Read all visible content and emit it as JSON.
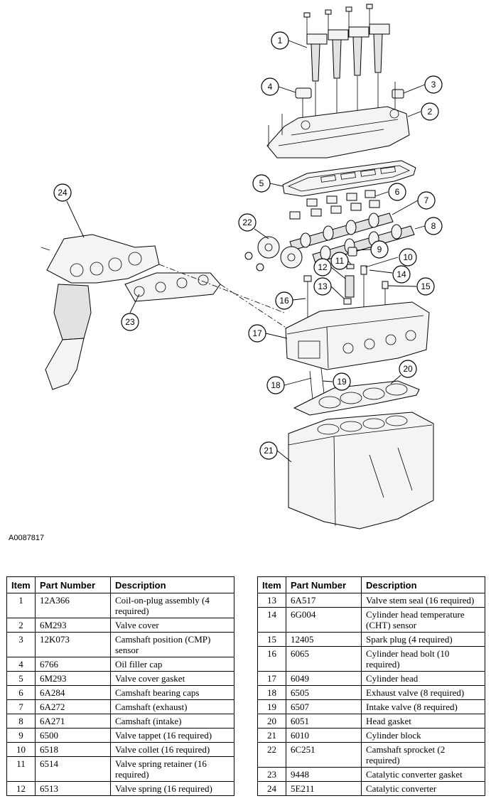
{
  "figure_id": "A0087817",
  "headers": {
    "item": "Item",
    "part_number": "Part Number",
    "description": "Description"
  },
  "callouts": [
    "1",
    "2",
    "3",
    "4",
    "5",
    "6",
    "7",
    "8",
    "9",
    "10",
    "11",
    "12",
    "13",
    "14",
    "15",
    "16",
    "17",
    "18",
    "19",
    "20",
    "21",
    "22",
    "23",
    "24"
  ],
  "parts_left": [
    {
      "item": "1",
      "part": "12A366",
      "desc": "Coil-on-plug assembly (4 required)"
    },
    {
      "item": "2",
      "part": "6M293",
      "desc": "Valve cover"
    },
    {
      "item": "3",
      "part": "12K073",
      "desc": "Camshaft position (CMP) sensor"
    },
    {
      "item": "4",
      "part": "6766",
      "desc": "Oil filler cap"
    },
    {
      "item": "5",
      "part": "6M293",
      "desc": "Valve cover gasket"
    },
    {
      "item": "6",
      "part": "6A284",
      "desc": "Camshaft bearing caps"
    },
    {
      "item": "7",
      "part": "6A272",
      "desc": "Camshaft (exhaust)"
    },
    {
      "item": "8",
      "part": "6A271",
      "desc": "Camshaft (intake)"
    },
    {
      "item": "9",
      "part": "6500",
      "desc": "Valve tappet (16 required)"
    },
    {
      "item": "10",
      "part": "6518",
      "desc": "Valve collet (16 required)"
    },
    {
      "item": "11",
      "part": "6514",
      "desc": "Valve spring retainer (16 required)"
    },
    {
      "item": "12",
      "part": "6513",
      "desc": "Valve spring (16 required)"
    }
  ],
  "parts_right": [
    {
      "item": "13",
      "part": "6A517",
      "desc": "Valve stem seal (16 required)"
    },
    {
      "item": "14",
      "part": "6G004",
      "desc": "Cylinder head temperature (CHT) sensor"
    },
    {
      "item": "15",
      "part": "12405",
      "desc": "Spark plug (4 required)"
    },
    {
      "item": "16",
      "part": "6065",
      "desc": "Cylinder head bolt (10 required)"
    },
    {
      "item": "17",
      "part": "6049",
      "desc": "Cylinder head"
    },
    {
      "item": "18",
      "part": "6505",
      "desc": "Exhaust valve (8 required)"
    },
    {
      "item": "19",
      "part": "6507",
      "desc": "Intake valve (8 required)"
    },
    {
      "item": "20",
      "part": "6051",
      "desc": "Head gasket"
    },
    {
      "item": "21",
      "part": "6010",
      "desc": "Cylinder block"
    },
    {
      "item": "22",
      "part": "6C251",
      "desc": "Camshaft sprocket (2 required)"
    },
    {
      "item": "23",
      "part": "9448",
      "desc": "Catalytic converter gasket"
    },
    {
      "item": "24",
      "part": "5E211",
      "desc": "Catalytic converter"
    }
  ]
}
